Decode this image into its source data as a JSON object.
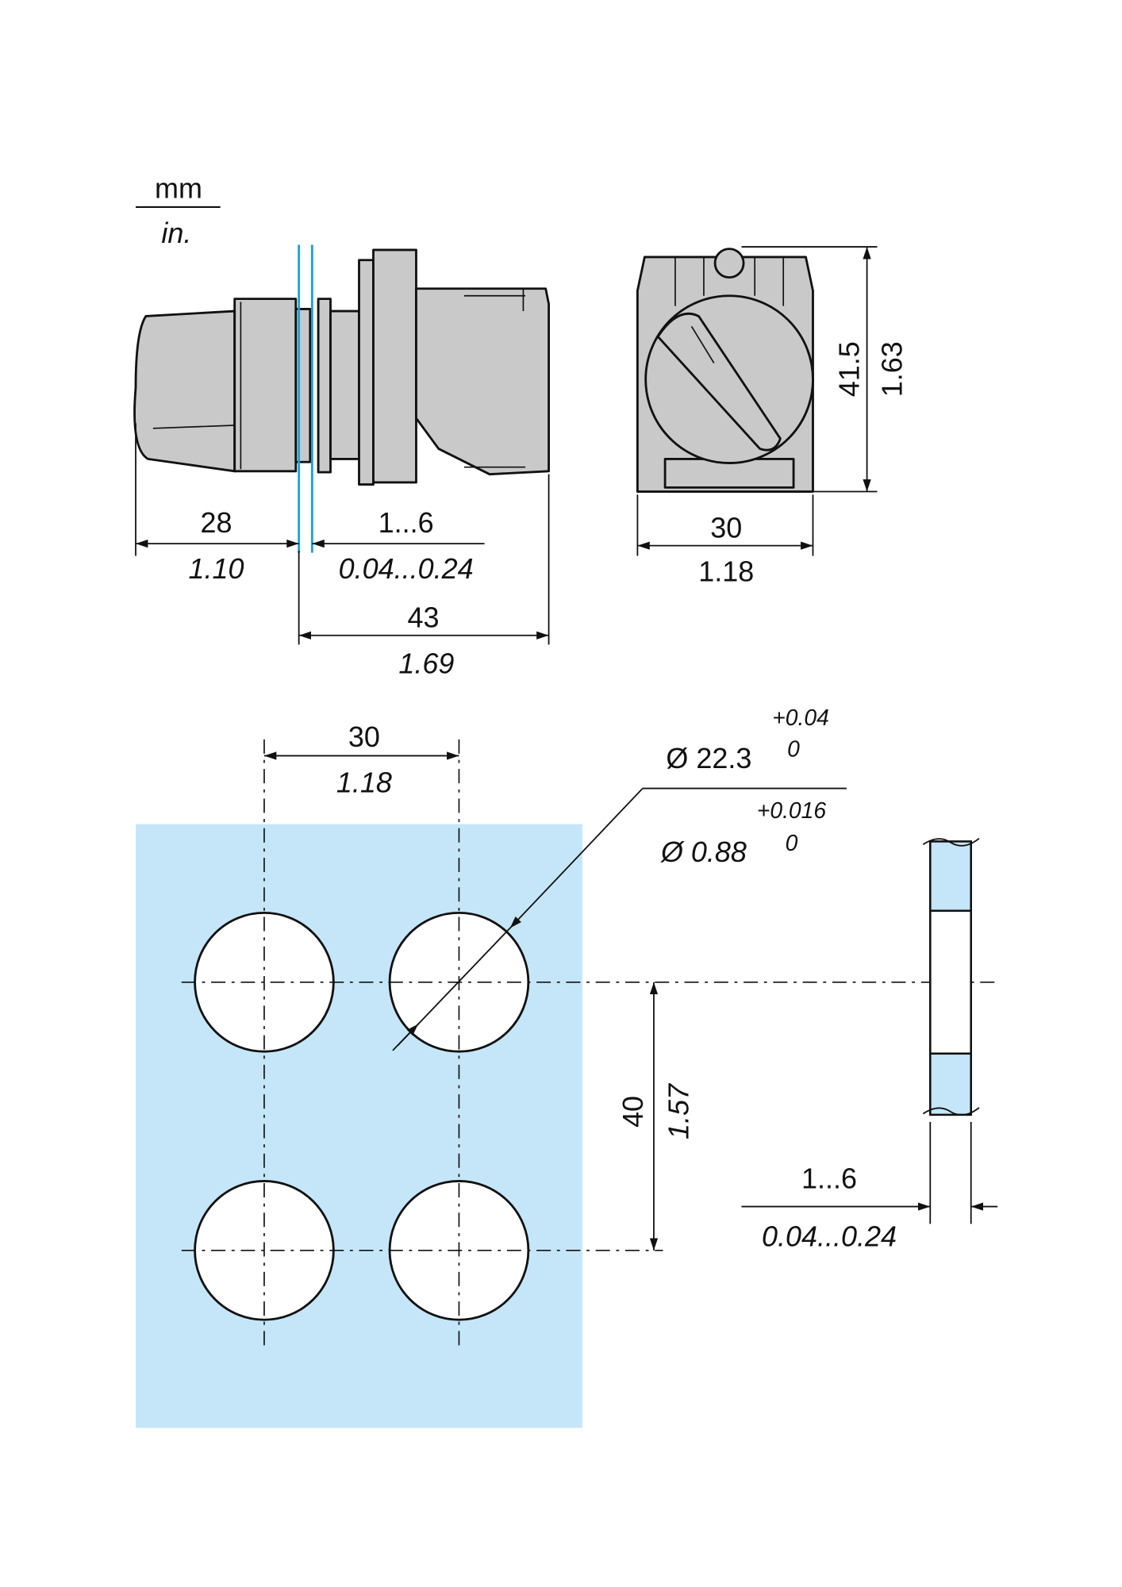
{
  "units": {
    "metric": "mm",
    "imperial": "in."
  },
  "side_view": {
    "knob_length": {
      "mm": "28",
      "in": "1.10"
    },
    "panel_thickness": {
      "mm": "1...6",
      "in": "0.04...0.24"
    },
    "body_depth": {
      "mm": "43",
      "in": "1.69"
    }
  },
  "front_view": {
    "height": {
      "mm": "41.5",
      "in": "1.63"
    },
    "width": {
      "mm": "30",
      "in": "1.18"
    }
  },
  "panel_cutout": {
    "horizontal_spacing": {
      "mm": "30",
      "in": "1.18"
    },
    "vertical_spacing": {
      "mm": "40",
      "in": "1.57"
    },
    "hole_diameter": {
      "mm": "Ø 22.3",
      "mm_tol_upper": "+0.04",
      "mm_tol_lower": "0",
      "in": "Ø 0.88",
      "in_tol_upper": "+0.016",
      "in_tol_lower": "0"
    },
    "panel_thickness": {
      "mm": "1...6",
      "in": "0.04...0.24"
    }
  },
  "colors": {
    "panel": "#c5e6f8",
    "part": "#c9c9c9",
    "panel_line": "#1ea0d8"
  }
}
